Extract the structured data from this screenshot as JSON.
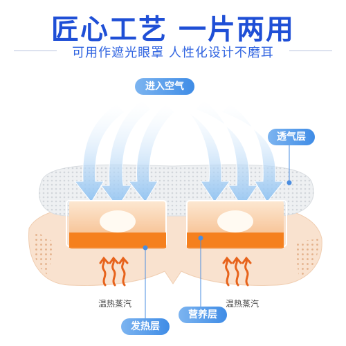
{
  "header": {
    "title": "匠心工艺 一片两用",
    "subtitle": "可用作遮光眼罩 人性化设计不磨耳"
  },
  "labels": {
    "air_in": "进入空气",
    "breathable_layer": "透气层",
    "warm_steam_left": "温热蒸汽",
    "warm_steam_right": "温热蒸汽",
    "heating_layer": "发热层",
    "nutrition_layer": "营养层"
  },
  "colors": {
    "title_blue": "#1f4fd6",
    "pill_blue": "#3f8ce6",
    "heat_orange": "#f07a1a",
    "steam_orange": "#e7631c",
    "mask_beige": "#f6dcc6"
  },
  "icons": {
    "air_arrows": "curved-down-arrows-icon",
    "steam": "wavy-up-arrows-icon"
  }
}
